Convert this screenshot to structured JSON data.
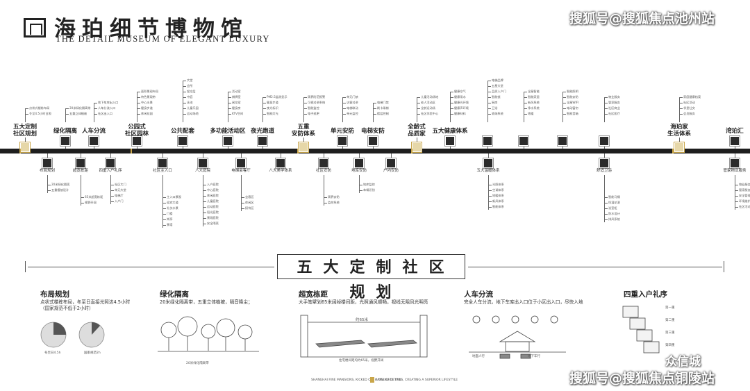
{
  "header": {
    "title": "海珀细节博物馆",
    "subtitle": "THE DETAIL MUSEUM OF ELEGANT LUXURY"
  },
  "watermarks": {
    "top": "搜狐号@搜狐焦点池州站",
    "bottom": "搜狐号@搜狐焦点铜陵站",
    "brand": "众信城"
  },
  "upper_branches": [
    {
      "label": "五大定制\n社区规划",
      "leaves": [
        "点状式楼栋布局",
        "冬至4.5小时日照"
      ]
    },
    {
      "label": "绿化隔离",
      "leaves": [
        "20米绿化隔离带",
        "五重立体植被"
      ]
    },
    {
      "label": "人车分流",
      "leaves": [
        "地下车库出入口",
        "人车分流入口",
        "社区出入口"
      ]
    },
    {
      "label": "公园式\n社区园林",
      "leaves": [
        "面积景观布局",
        "特色景观带",
        "中心水景",
        "健身步道",
        "休闲花园"
      ]
    },
    {
      "label": "公共配套",
      "leaves": [
        "大堂",
        "会所",
        "架空层",
        "中庭",
        "泳池",
        "儿童乐园",
        "运动场地"
      ]
    },
    {
      "label": "多功能活动区",
      "leaves": [
        "活动室",
        "棋牌室",
        "阅览室",
        "健身房",
        "KTV空间"
      ]
    },
    {
      "label": "夜光跑道",
      "leaves": [
        "PM2.5监测显示",
        "健身步道",
        "夜光标识",
        "智能灯光"
      ]
    },
    {
      "label": "五重\n安防体系",
      "leaves": [
        "周界防范报警",
        "可视对讲系统",
        "智能监控",
        "电子巡更"
      ]
    },
    {
      "label": "单元安防",
      "leaves": [
        "单元门禁",
        "访客对讲",
        "电梯联动",
        "单元监控"
      ]
    },
    {
      "label": "电梯安防",
      "leaves": [
        "电梯门禁",
        "刷卡乘梯",
        "楼层控制"
      ]
    },
    {
      "label": "全龄式\n品质家",
      "leaves": [
        "儿童活动场地",
        "老人活动区",
        "全龄运动场",
        "社区邻里中心"
      ]
    },
    {
      "label": "五大健康体系",
      "leaves": [
        "健康空气",
        "健康用水",
        "健康光环境",
        "健康声环境",
        "健康材料"
      ]
    },
    {
      "label": "",
      "leaves": [
        "电梯品牌",
        "五星大堂",
        "品质入户门",
        "智能锁",
        "厨房",
        "卫浴",
        "收纳系统"
      ]
    },
    {
      "label": "",
      "leaves": [
        "全屋智能",
        "智能家居",
        "新风系统",
        "净水系统",
        "地暖"
      ]
    },
    {
      "label": "",
      "leaves": [
        "智能照明",
        "智能安防",
        "全屋WIFI",
        "电动窗帘",
        "智能音箱"
      ]
    },
    {
      "label": "",
      "leaves": [
        "物业服务",
        "管家服务",
        "社区商业",
        "社区医疗"
      ]
    },
    {
      "label": "海珀家\n生活体系",
      "leaves": [
        "家庭健康档案",
        "社区活动",
        "邻里社交",
        "会员服务"
      ]
    },
    {
      "label": "湾珀汇",
      "leaves": []
    }
  ],
  "lower_nodes": [
    {
      "label": "布局规划",
      "leaves": [
        "20米绿化隔离",
        "五重植被设计"
      ]
    },
    {
      "label": "超宽栋距",
      "leaves": [
        "65米超宽栋距",
        "视野开阔"
      ]
    },
    {
      "label": "四重入户礼序",
      "leaves": [
        "社区大门",
        "单元大堂",
        "电梯厅",
        "入户门"
      ]
    },
    {
      "label": "社区主入口",
      "leaves": [
        "主入口景观",
        "迎宾大道",
        "礼仪水景",
        "门楼",
        "岗亭",
        "景墙"
      ]
    },
    {
      "label": "八大庭院",
      "leaves": [
        "入户庭院",
        "中心庭院",
        "休闲庭院",
        "儿童庭院",
        "运动庭院",
        "阳光庭院",
        "景观庭院",
        "安全隔离"
      ]
    },
    {
      "label": "电梯会客厅",
      "leaves": [
        "会客区",
        "休闲区",
        "接待区"
      ]
    },
    {
      "label": "八大美学体系",
      "leaves": []
    },
    {
      "label": "社区安防",
      "leaves": [
        "周界安防",
        "监控系统"
      ]
    },
    {
      "label": "地库安防",
      "leaves": [
        "地库监控",
        "车辆识别"
      ]
    },
    {
      "label": "户内安防",
      "leaves": []
    },
    {
      "label": "五大温暖体系",
      "leaves": [
        "光照体系",
        "空调体系",
        "地暖体系",
        "新风体系",
        "智能体系"
      ]
    },
    {
      "label": "舒适卫浴",
      "leaves": [
        "智能马桶",
        "恒温花洒",
        "浴室柜",
        "防水设计",
        "排风系统"
      ]
    },
    {
      "label": "管家物业服务",
      "leaves": [
        "物业服务",
        "管家服务",
        "安全管理",
        "环境维护",
        "社区活动"
      ]
    }
  ],
  "section": {
    "big_title": "五大定制社区规划",
    "items": [
      {
        "title": "布局规划",
        "desc": "点状式楼栋布局，冬至日直接光照达4.5小时\n（国家规范不低于2小时）",
        "captions": [
          "冬至日4.5h",
          "国家规范2h"
        ]
      },
      {
        "title": "绿化隔离",
        "desc": "20米绿化隔离带，五重立体植被，隔音降尘；",
        "captions": [
          "20米绿化隔离带"
        ]
      },
      {
        "title": "超宽栋距",
        "desc": "大手笔擘划65米阔绰楼间距，光照通风顺畅，视线无阻风光明亮",
        "captions": [
          "约65米",
          "住宅楼间距均约65米，视野开阔"
        ]
      },
      {
        "title": "人车分流",
        "desc": "完全人车分流，地下车库出入口位于小区出入口，尽快入地",
        "captions": [
          "地面人行",
          "地下车行"
        ]
      },
      {
        "title": "四重入户礼序",
        "desc": "",
        "captions": [
          "第一重",
          "第二重",
          "第三重",
          "第四重"
        ]
      }
    ],
    "footer_left": "SHANGHAI FINE MANSIONS, KICKED OFF A DELICATE TIME",
    "footer_right": "CARVING DETAILS, CREATING A SUPERIOR LIFESTYLE"
  },
  "colors": {
    "timeline": "#1e1e1e",
    "gold": "#c9a64a",
    "gold_light": "#e6d7a8"
  }
}
